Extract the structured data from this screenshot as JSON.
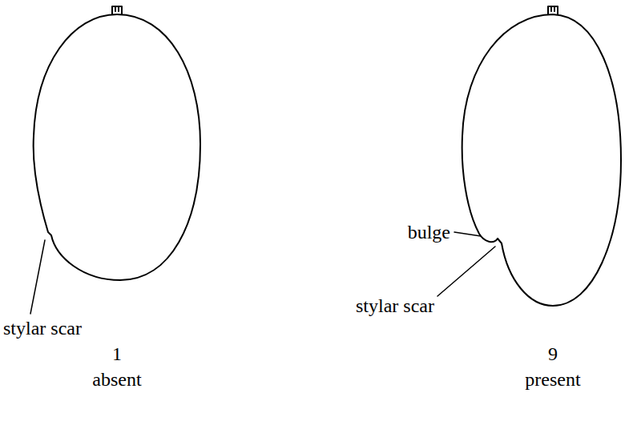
{
  "diagram": {
    "labels": [
      "stylar scar",
      "bulge",
      "stylar scar",
      "1",
      "absent",
      "9",
      "present"
    ]
  }
}
